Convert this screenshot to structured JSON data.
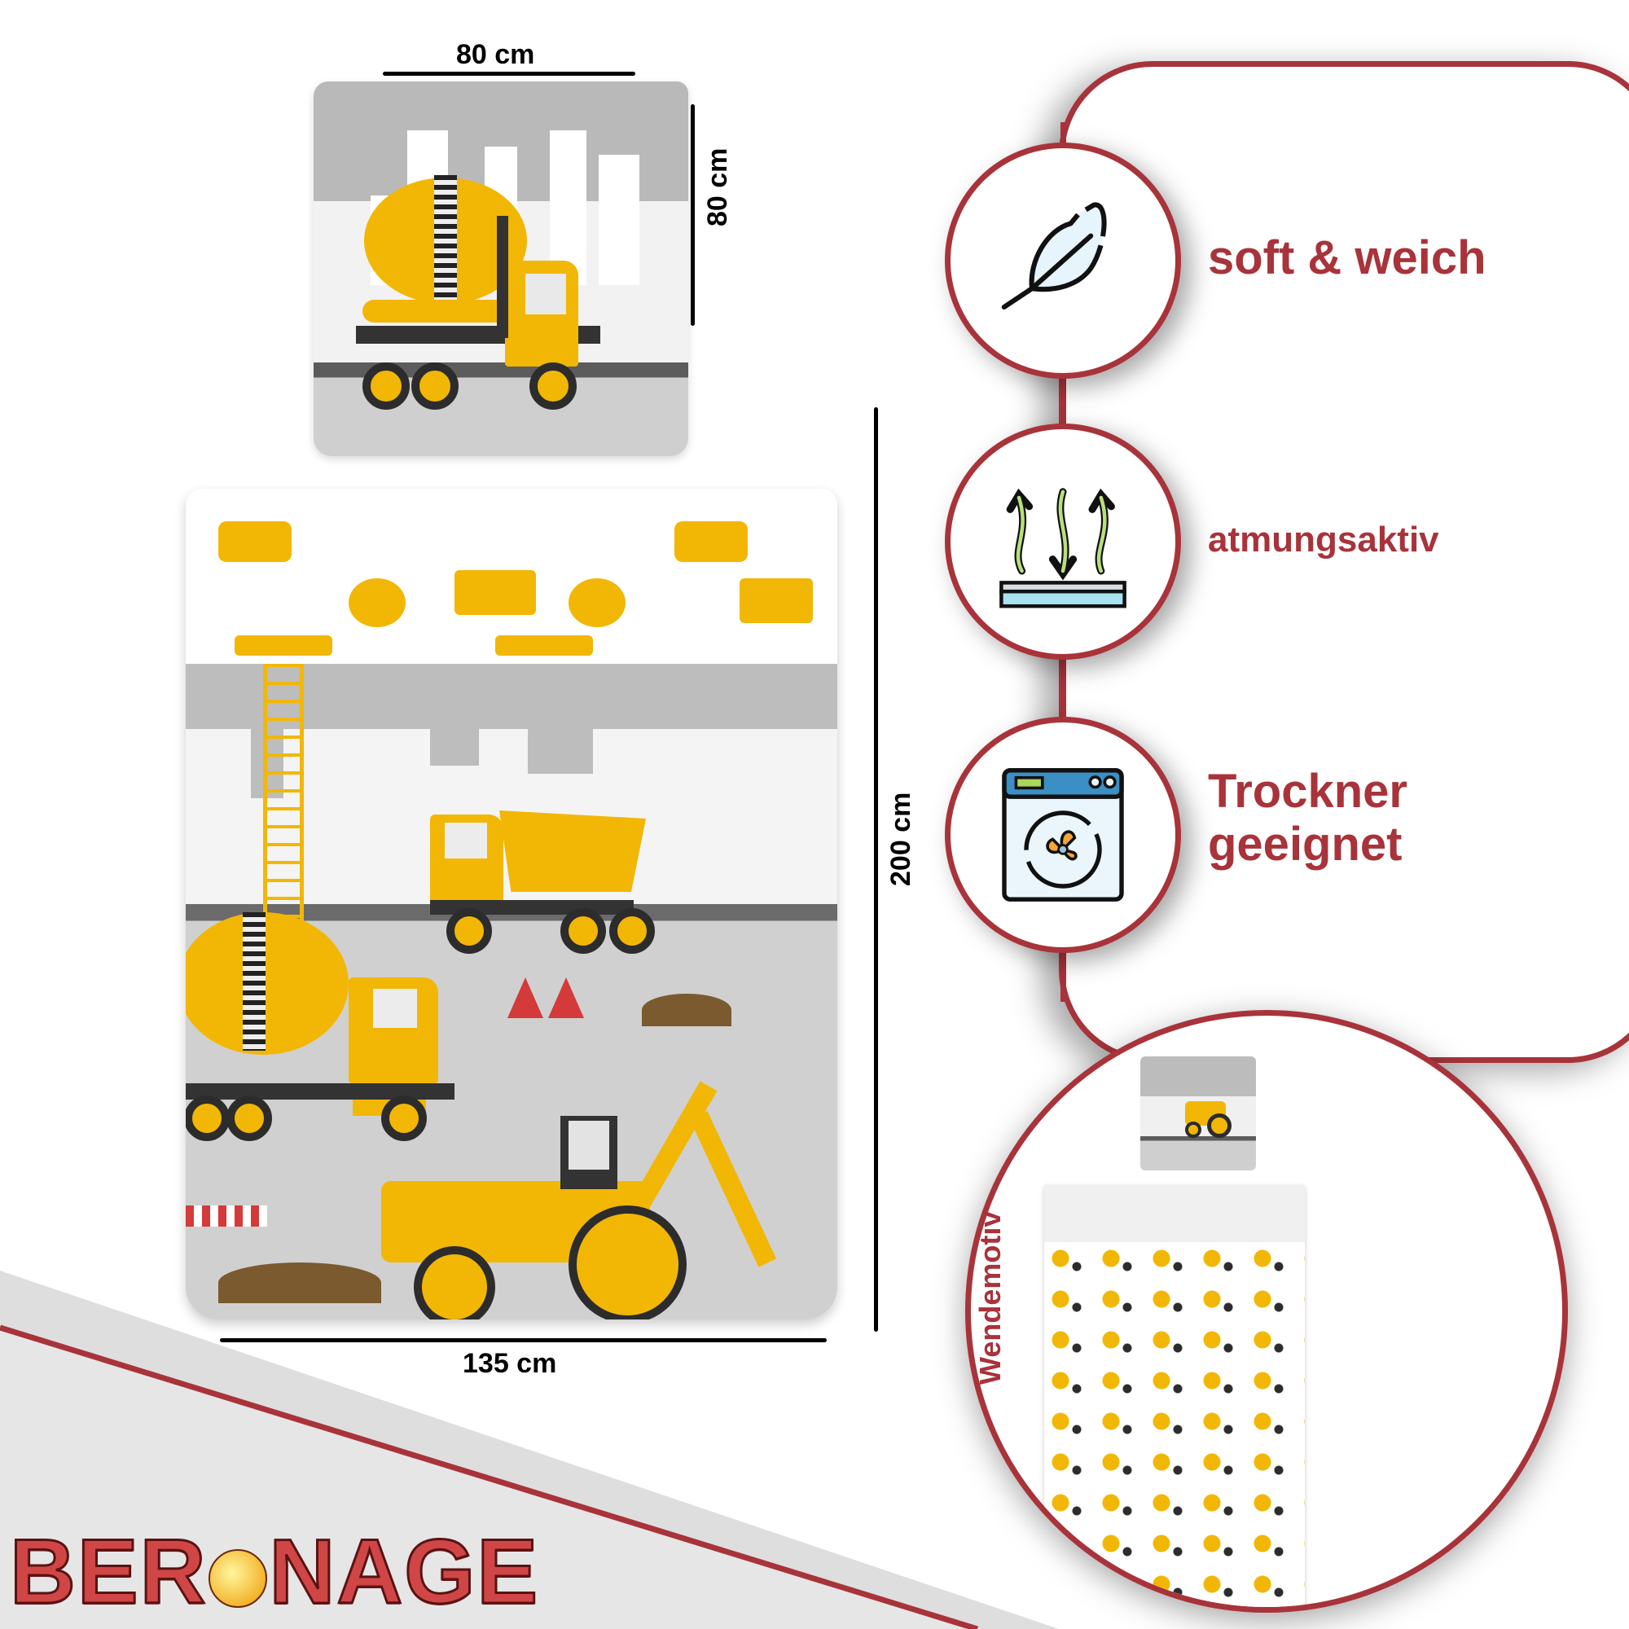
{
  "product": {
    "pillow": {
      "width_label": "80 cm",
      "height_label": "80 cm",
      "motif": "cement-mixer-truck"
    },
    "duvet": {
      "width_label": "135 cm",
      "height_label": "200 cm",
      "motif": "construction-site"
    }
  },
  "features": [
    {
      "icon": "feather-icon",
      "label": "soft & weich"
    },
    {
      "icon": "breathable-fabric-icon",
      "label": "atmungsaktiv"
    },
    {
      "icon": "tumble-dryer-icon",
      "label_line1": "Trockner",
      "label_line2": "geeignet"
    }
  ],
  "reverse_side": {
    "label": "Wendemotiv",
    "motif": "construction-vehicles-pattern"
  },
  "brand": {
    "name_left": "BER",
    "name_right": "NAGE",
    "full_name": "BERONAGE"
  },
  "colors": {
    "accent_red": "#a8333a",
    "vehicle_yellow": "#f2b705",
    "road_grey": "#5c5c5c",
    "wedge_grey": "#e6e6e6",
    "logo_red": "#d04646"
  }
}
